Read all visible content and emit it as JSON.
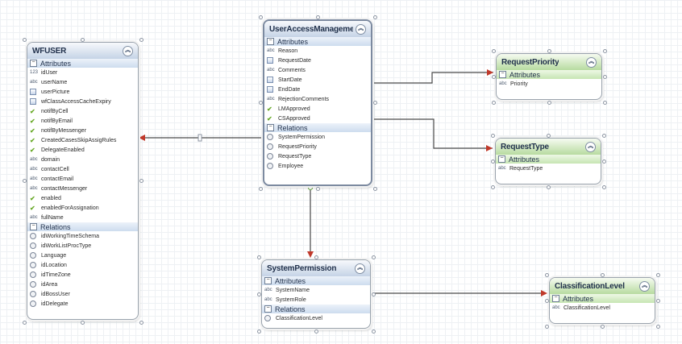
{
  "colors": {
    "selection_handle": "#8d96a3",
    "connector": "#4a4a4a",
    "arrow_head": "#c0392b",
    "blue_header": "#c5d3e6",
    "green_header": "#b7dba0"
  },
  "entities": {
    "wfuser": {
      "title": "WFUSER",
      "attributes_label": "Attributes",
      "attributes": [
        {
          "type": "123",
          "name": "idUser"
        },
        {
          "type": "abc",
          "name": "userName"
        },
        {
          "type": "image",
          "name": "userPicture"
        },
        {
          "type": "image",
          "name": "wfClassAccessCacheExpiry"
        },
        {
          "type": "bool",
          "name": "notifByCell"
        },
        {
          "type": "bool",
          "name": "notifByEmail"
        },
        {
          "type": "bool",
          "name": "notifByMessenger"
        },
        {
          "type": "bool",
          "name": "CreatedCasesSkipAssigRules"
        },
        {
          "type": "bool",
          "name": "DelegateEnabled"
        },
        {
          "type": "abc",
          "name": "domain"
        },
        {
          "type": "abc",
          "name": "contactCell"
        },
        {
          "type": "abc",
          "name": "contactEmail"
        },
        {
          "type": "abc",
          "name": "contactMessenger"
        },
        {
          "type": "bool",
          "name": "enabled"
        },
        {
          "type": "bool",
          "name": "enabledForAssignation"
        },
        {
          "type": "abc",
          "name": "fullName"
        }
      ],
      "relations_label": "Relations",
      "relations": [
        "idWorkingTimeSchema",
        "idWorkListProcType",
        "Language",
        "idLocation",
        "idTimeZone",
        "idArea",
        "idBossUser",
        "idDelegate"
      ]
    },
    "useraccess": {
      "title": "UserAccessManagement",
      "attributes_label": "Attributes",
      "attributes": [
        {
          "type": "abc",
          "name": "Reason"
        },
        {
          "type": "date",
          "name": "RequestDate"
        },
        {
          "type": "abc",
          "name": "Comments"
        },
        {
          "type": "date",
          "name": "StartDate"
        },
        {
          "type": "date",
          "name": "EndDate"
        },
        {
          "type": "abc",
          "name": "RejectionComments"
        },
        {
          "type": "bool",
          "name": "LMApproved"
        },
        {
          "type": "bool",
          "name": "CSApproved"
        }
      ],
      "relations_label": "Relations",
      "relations": [
        "SystemPermission",
        "RequestPriority",
        "RequestType",
        "Employee"
      ]
    },
    "requestpriority": {
      "title": "RequestPriority",
      "attributes_label": "Attributes",
      "attributes": [
        {
          "type": "abc",
          "name": "Priority"
        }
      ]
    },
    "requesttype": {
      "title": "RequestType",
      "attributes_label": "Attributes",
      "attributes": [
        {
          "type": "abc",
          "name": "RequestType"
        }
      ]
    },
    "systempermission": {
      "title": "SystemPermission",
      "attributes_label": "Attributes",
      "attributes": [
        {
          "type": "abc",
          "name": "SystemName"
        },
        {
          "type": "abc",
          "name": "SystemRole"
        }
      ],
      "relations_label": "Relations",
      "relations": [
        "ClassificationLevel"
      ]
    },
    "classificationlevel": {
      "title": "ClassificationLevel",
      "attributes_label": "Attributes",
      "attributes": [
        {
          "type": "abc",
          "name": "ClassificationLevel"
        }
      ]
    }
  },
  "icons": {
    "collapse": "chevron-double-up-icon",
    "section_toggle": "minus-box-icon",
    "bool": "check-icon",
    "relation": "relation-circle-icon"
  }
}
